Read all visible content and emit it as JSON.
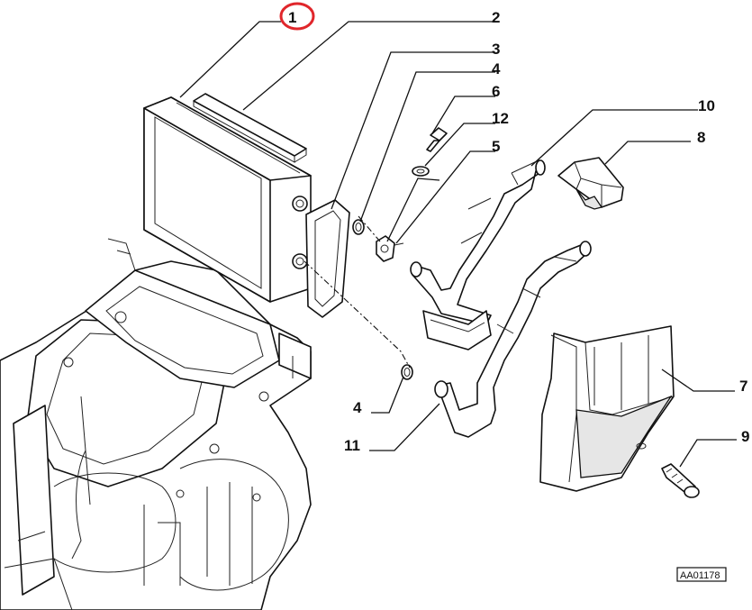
{
  "callouts": [
    {
      "id": "1",
      "label": "1",
      "highlighted": true
    },
    {
      "id": "2",
      "label": "2"
    },
    {
      "id": "3",
      "label": "3"
    },
    {
      "id": "4a",
      "label": "4"
    },
    {
      "id": "6",
      "label": "6"
    },
    {
      "id": "12",
      "label": "12"
    },
    {
      "id": "5",
      "label": "5"
    },
    {
      "id": "10",
      "label": "10"
    },
    {
      "id": "8",
      "label": "8"
    },
    {
      "id": "7",
      "label": "7"
    },
    {
      "id": "9",
      "label": "9"
    },
    {
      "id": "4b",
      "label": "4"
    },
    {
      "id": "11",
      "label": "11"
    }
  ],
  "reference_code": "AA01178",
  "colors": {
    "line": "#111111",
    "highlight": "#e0262b",
    "shade": "#e6e6e6"
  }
}
